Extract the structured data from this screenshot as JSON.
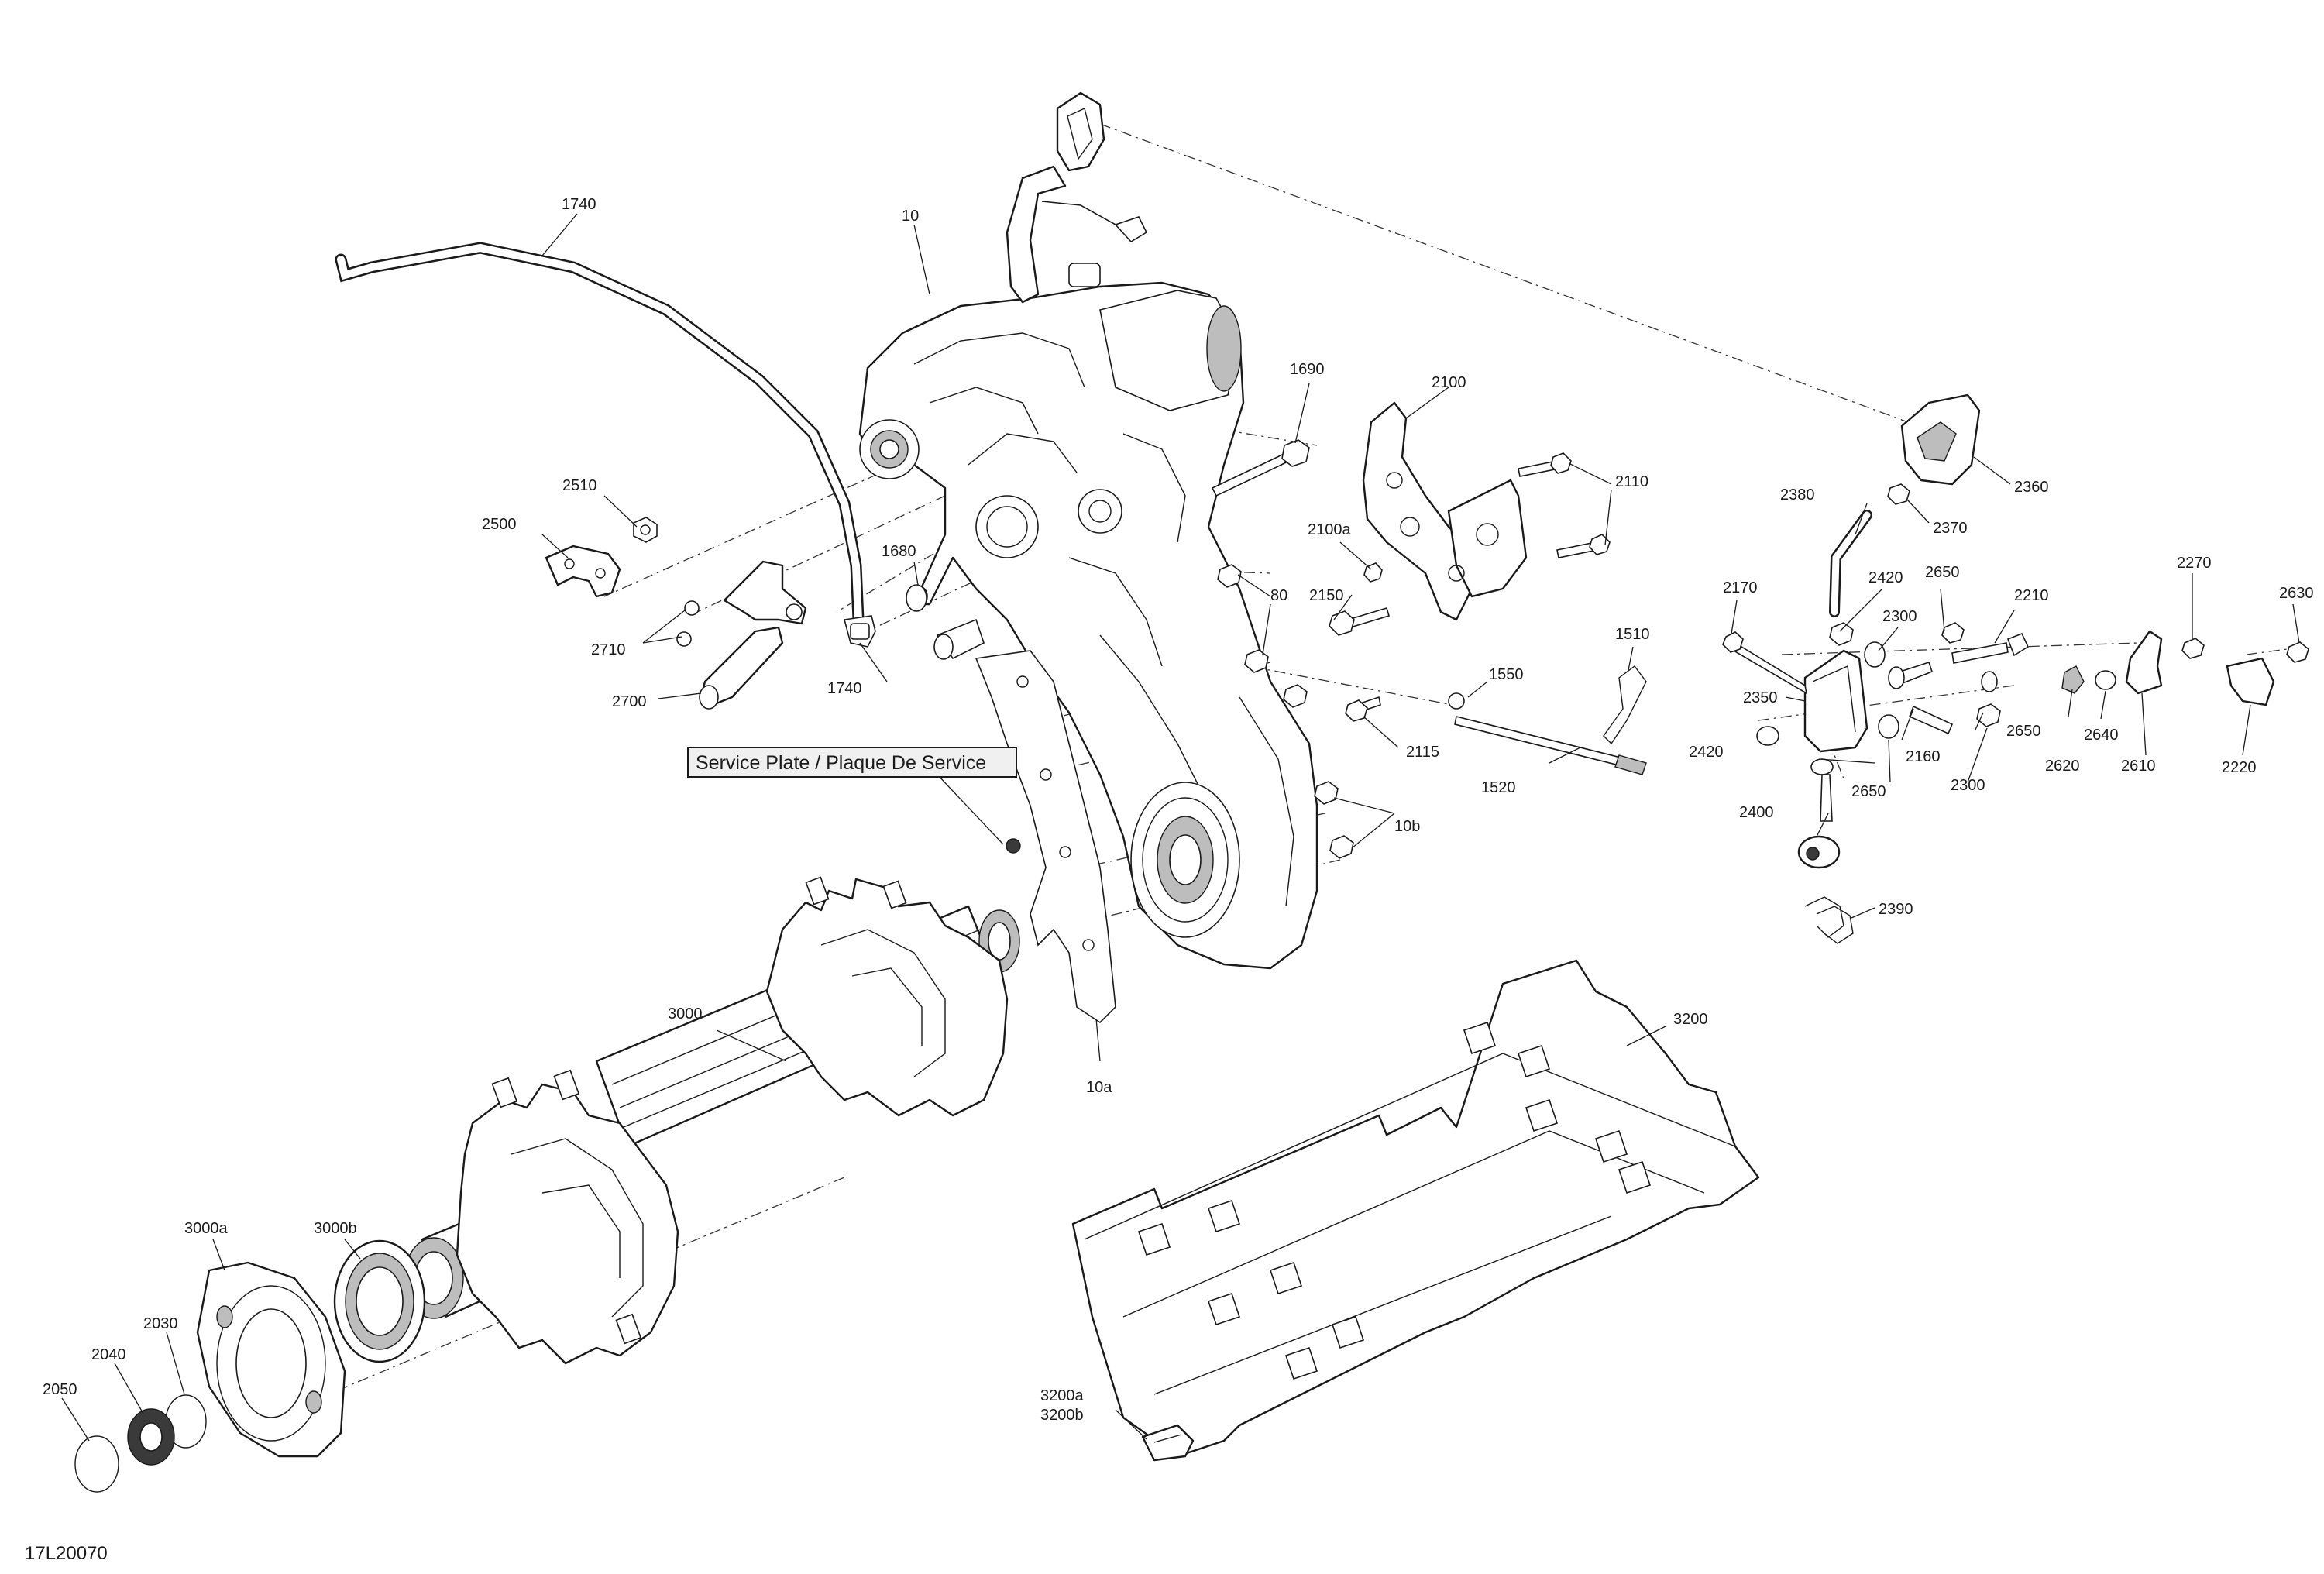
{
  "figure_code": "17L20070",
  "service_plate_label": "Service Plate / Plaque De Service",
  "callouts": [
    "1740",
    "10",
    "1690",
    "2100",
    "2110",
    "2100a",
    "2150",
    "80",
    "1680",
    "2510",
    "2500",
    "2710",
    "2700",
    "1740",
    "2360",
    "2380",
    "2370",
    "2420",
    "2650",
    "2300",
    "2210",
    "2270",
    "2630",
    "2170",
    "2350",
    "2160",
    "2650",
    "2640",
    "2620",
    "2610",
    "2220",
    "2420",
    "2650",
    "2300",
    "2400",
    "2390",
    "1510",
    "1550",
    "2115",
    "1520",
    "10b",
    "10b",
    "10a",
    "3000",
    "3200",
    "3000a",
    "3000b",
    "2030",
    "2040",
    "2050",
    "3200a",
    "3200b"
  ],
  "colors": {
    "line": "#1a1a1a",
    "shade": "#bdbdbd",
    "label_box": "#f0f0f0"
  }
}
